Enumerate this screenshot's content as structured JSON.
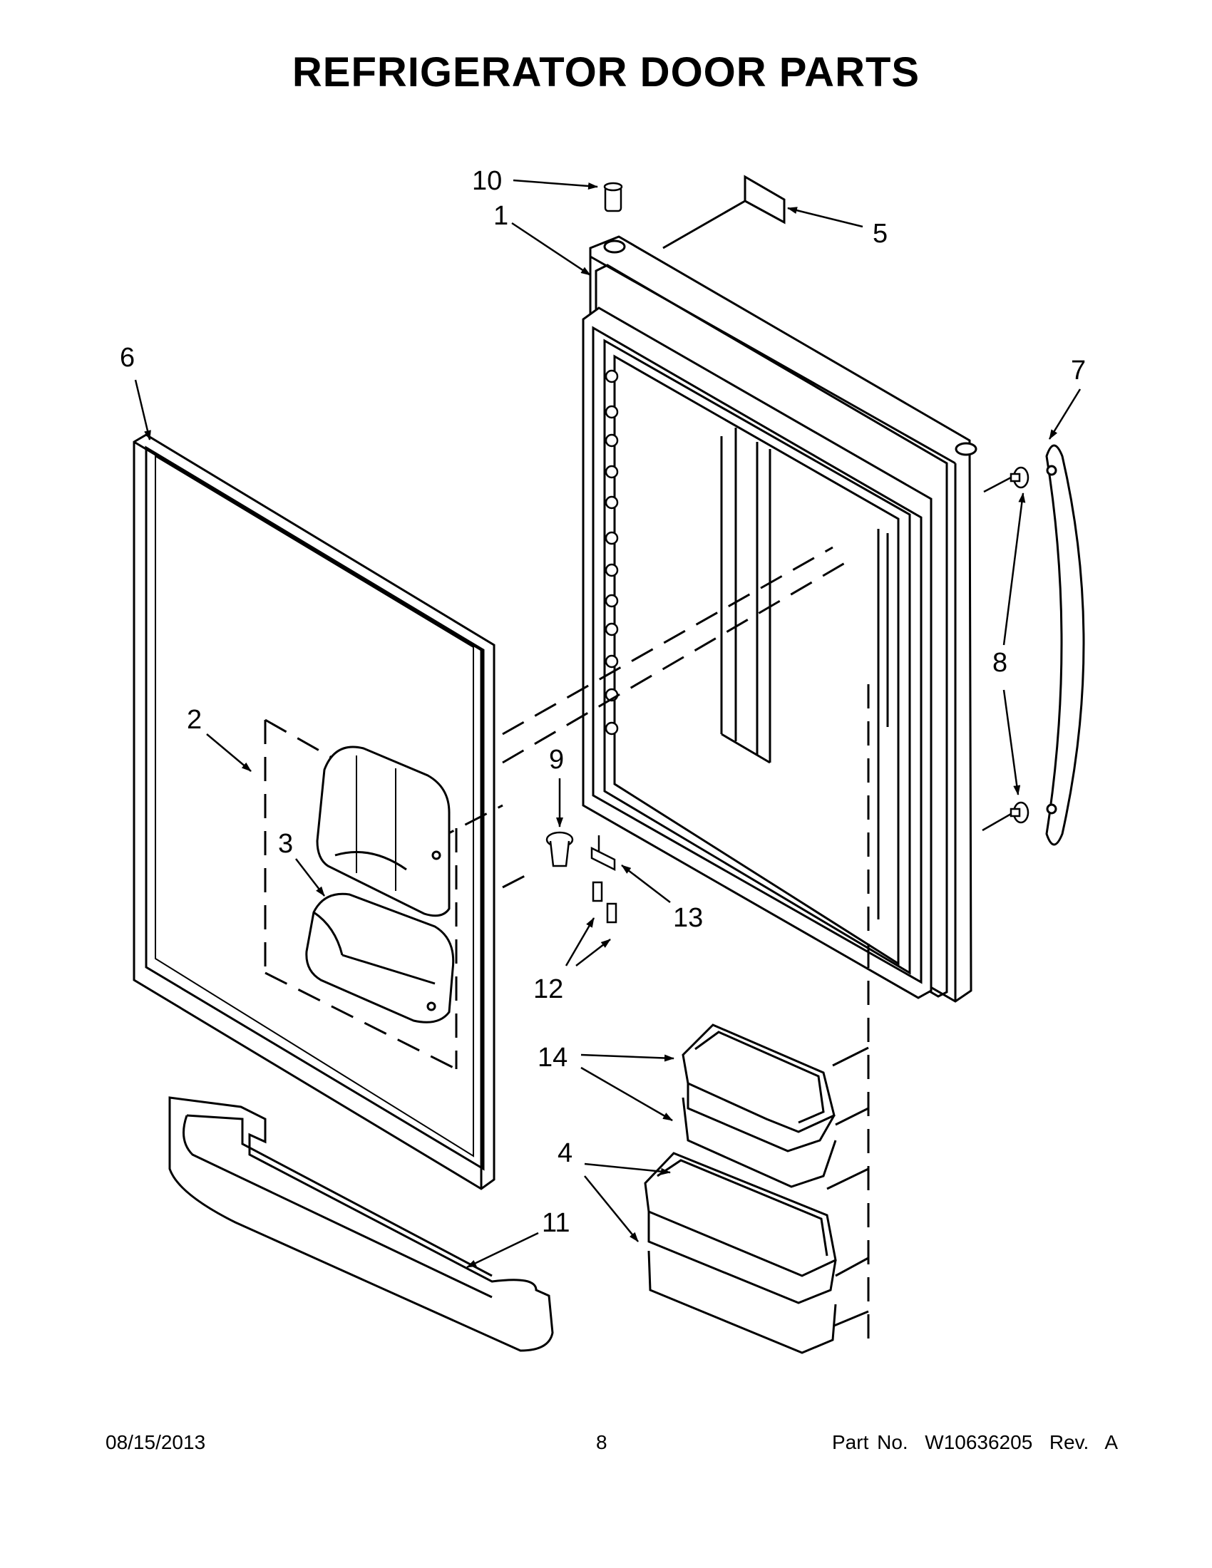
{
  "title": "REFRIGERATOR DOOR PARTS",
  "callouts": {
    "c1": "1",
    "c2": "2",
    "c3": "3",
    "c4": "4",
    "c5": "5",
    "c6": "6",
    "c7": "7",
    "c8": "8",
    "c9": "9",
    "c10": "10",
    "c11": "11",
    "c12": "12",
    "c13": "13",
    "c14": "14"
  },
  "footer": {
    "date": "08/15/2013",
    "page": "8",
    "part": "Part No.  W10636205  Rev.  A"
  }
}
